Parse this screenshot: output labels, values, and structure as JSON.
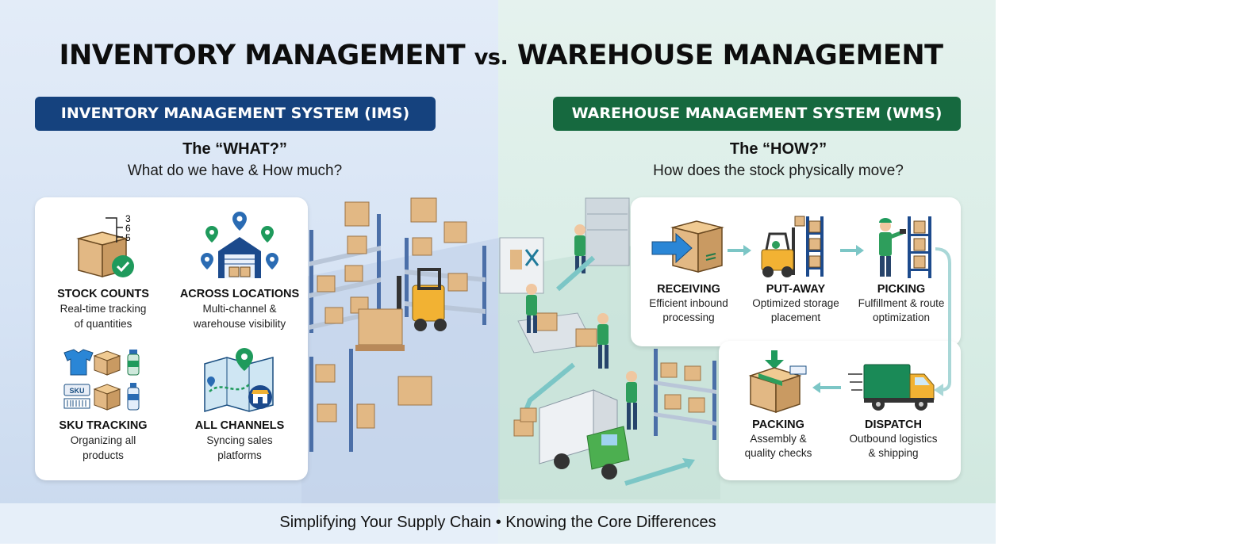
{
  "title": {
    "left": "INVENTORY MANAGEMENT",
    "vs": "vs.",
    "right": "WAREHOUSE MANAGEMENT"
  },
  "ims": {
    "badge": "INVENTORY MANAGEMENT SYSTEM (IMS)",
    "question": "The “WHAT?”",
    "subtitle": "What do we have & How much?",
    "counts": [
      "3",
      "6",
      "5"
    ],
    "sku_tag": "SKU",
    "features": [
      {
        "label": "STOCK COUNTS",
        "desc1": "Real-time tracking",
        "desc2": "of quantities",
        "icon": "box-check-icon"
      },
      {
        "label": "ACROSS LOCATIONS",
        "desc1": "Multi-channel &",
        "desc2": "warehouse visibility",
        "icon": "warehouse-pins-icon"
      },
      {
        "label": "SKU TRACKING",
        "desc1": "Organizing all",
        "desc2": "products",
        "icon": "sku-products-icon"
      },
      {
        "label": "ALL CHANNELS",
        "desc1": "Syncing sales",
        "desc2": "platforms",
        "icon": "map-store-icon"
      }
    ]
  },
  "wms": {
    "badge": "WAREHOUSE MANAGEMENT SYSTEM (WMS)",
    "question": "The “HOW?”",
    "subtitle": "How does the stock physically move?",
    "steps": [
      {
        "label": "RECEIVING",
        "desc1": "Efficient inbound",
        "desc2": "processing",
        "icon": "receiving-box-icon"
      },
      {
        "label": "PUT-AWAY",
        "desc1": "Optimized storage",
        "desc2": "placement",
        "icon": "forklift-shelf-icon"
      },
      {
        "label": "PICKING",
        "desc1": "Fulfillment & route",
        "desc2": "optimization",
        "icon": "picker-icon"
      },
      {
        "label": "PACKING",
        "desc1": "Assembly &",
        "desc2": "quality checks",
        "icon": "packing-box-icon"
      },
      {
        "label": "DISPATCH",
        "desc1": "Outbound logistics",
        "desc2": "& shipping",
        "icon": "truck-icon"
      }
    ]
  },
  "footer": "Simplifying Your Supply Chain • Knowing the Core Differences",
  "colors": {
    "ims_blue": "#15427e",
    "wms_green": "#16693f",
    "accent_green": "#1f9a5c",
    "box_tan": "#e2b884",
    "arrow_teal": "#7cc6c6"
  }
}
